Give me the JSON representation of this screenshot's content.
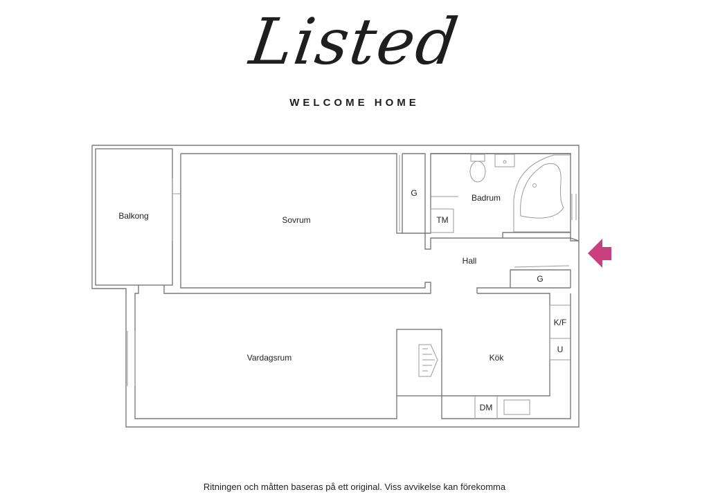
{
  "brand": {
    "name": "Listed",
    "tagline": "WELCOME HOME"
  },
  "rooms": {
    "balkong": "Balkong",
    "sovrum": "Sovrum",
    "garderob_1": "G",
    "badrum": "Badrum",
    "tm": "TM",
    "hall": "Hall",
    "garderob_2": "G",
    "kf": "K/F",
    "u": "U",
    "kok": "Kök",
    "vardagsrum": "Vardagsrum",
    "dm": "DM"
  },
  "entrance": {
    "icon": "entrance-arrow-icon",
    "color": "#c8407f"
  },
  "footer": {
    "disclaimer": "Ritningen och måtten baseras på ett original. Viss avvikelse kan förekomma"
  }
}
